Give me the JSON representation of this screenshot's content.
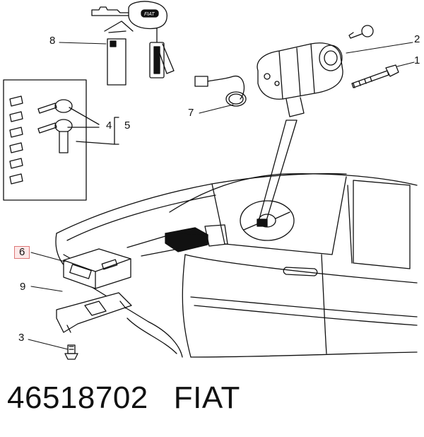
{
  "diagram": {
    "callouts": [
      {
        "id": "c8",
        "label": "8"
      },
      {
        "id": "c2",
        "label": "2"
      },
      {
        "id": "c1",
        "label": "1"
      },
      {
        "id": "c7",
        "label": "7"
      },
      {
        "id": "c4",
        "label": "4"
      },
      {
        "id": "c5",
        "label": "5"
      },
      {
        "id": "c6",
        "label": "6",
        "highlighted": true
      },
      {
        "id": "c9",
        "label": "9"
      },
      {
        "id": "c3",
        "label": "3"
      }
    ],
    "key_logo_text": "FIAT",
    "highlight_color": "#fde8e8"
  },
  "footer": {
    "part_number": "46518702",
    "brand": "FIAT"
  }
}
